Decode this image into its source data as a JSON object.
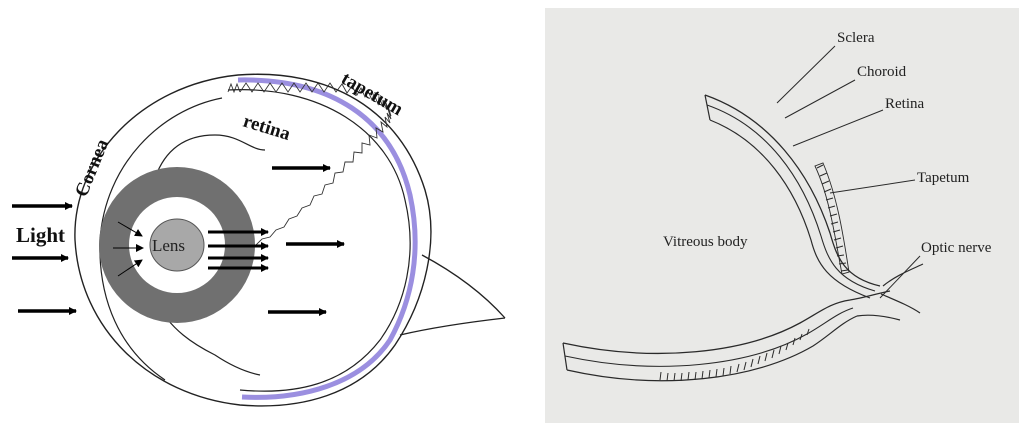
{
  "left_diagram": {
    "labels": {
      "light": "Light",
      "cornea": "Cornea",
      "lens": "Lens",
      "retina": "retina",
      "tapetum": "tapetum"
    },
    "colors": {
      "iris": "#707070",
      "lens": "#a8a8a8",
      "tapetum_layer": "#9b8fe0",
      "line": "#222222",
      "arrow": "#000000"
    }
  },
  "right_diagram": {
    "labels": {
      "sclera": "Sclera",
      "choroid": "Choroid",
      "retina": "Retina",
      "tapetum": "Tapetum",
      "vitreous_body": "Vitreous body",
      "optic_nerve": "Optic nerve"
    },
    "colors": {
      "background": "#e9e9e7",
      "line": "#2a2a2a"
    }
  }
}
